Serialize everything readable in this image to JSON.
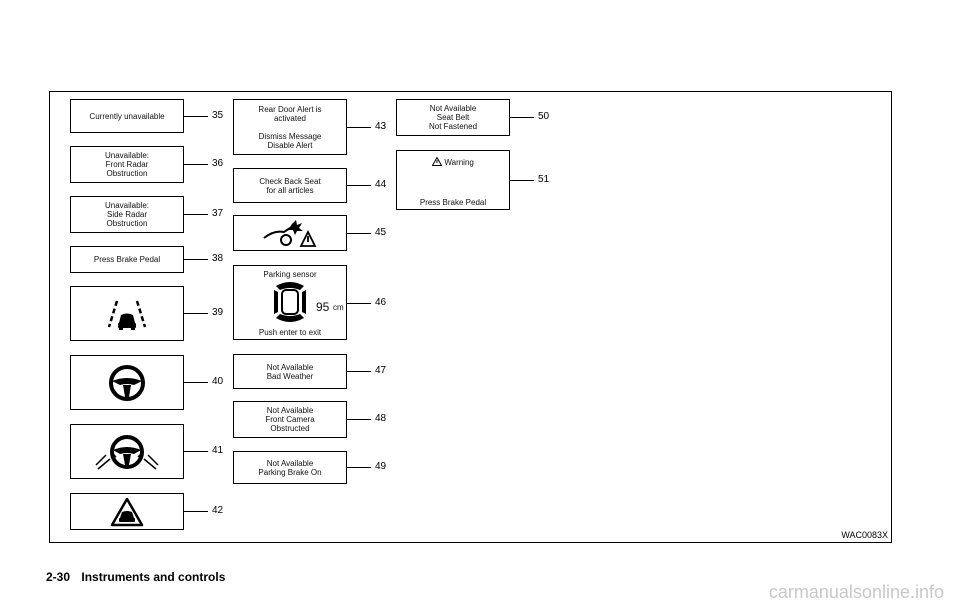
{
  "panels": {
    "p35": {
      "number": "35",
      "lines": [
        "Currently unavailable"
      ]
    },
    "p36": {
      "number": "36",
      "lines": [
        "Unavailable:",
        "Front Radar",
        "Obstruction"
      ]
    },
    "p37": {
      "number": "37",
      "lines": [
        "Unavailable:",
        "Side Radar",
        "Obstruction"
      ]
    },
    "p38": {
      "number": "38",
      "lines": [
        "Press Brake Pedal"
      ]
    },
    "p39": {
      "number": "39",
      "icon": "lane-departure-icon"
    },
    "p40": {
      "number": "40",
      "icon": "steering-wheel-icon"
    },
    "p41": {
      "number": "41",
      "icon": "hands-on-wheel-icon"
    },
    "p42": {
      "number": "42",
      "icon": "car-warning-triangle-icon"
    },
    "p43": {
      "number": "43",
      "lines": [
        "Rear Door Alert is",
        "activated",
        "",
        "Dismiss Message",
        "Disable Alert"
      ]
    },
    "p44": {
      "number": "44",
      "lines": [
        "Check Back Seat",
        "for all articles"
      ]
    },
    "p45": {
      "number": "45",
      "icon": "collision-warning-icon"
    },
    "p46": {
      "number": "46",
      "title": "Parking sensor",
      "distance": "95",
      "unit": "cm",
      "footer": "Push enter to exit",
      "icon": "parking-sensor-icon"
    },
    "p47": {
      "number": "47",
      "lines": [
        "Not Available",
        "Bad Weather"
      ]
    },
    "p48": {
      "number": "48",
      "lines": [
        "Not Available",
        "Front Camera",
        "Obstructed"
      ]
    },
    "p49": {
      "number": "49",
      "lines": [
        "Not Available",
        "Parking Brake On"
      ]
    },
    "p50": {
      "number": "50",
      "lines": [
        "Not Available",
        "Seat Belt",
        "Not Fastened"
      ]
    },
    "p51": {
      "number": "51",
      "title": "Warning",
      "body": "Press Brake Pedal",
      "icon": "warning-triangle-icon"
    }
  },
  "figure_code": "WAC0083X",
  "footer": {
    "page_number": "2-30",
    "section_title": "Instruments and controls"
  },
  "watermark": "carmanualsonline.info"
}
